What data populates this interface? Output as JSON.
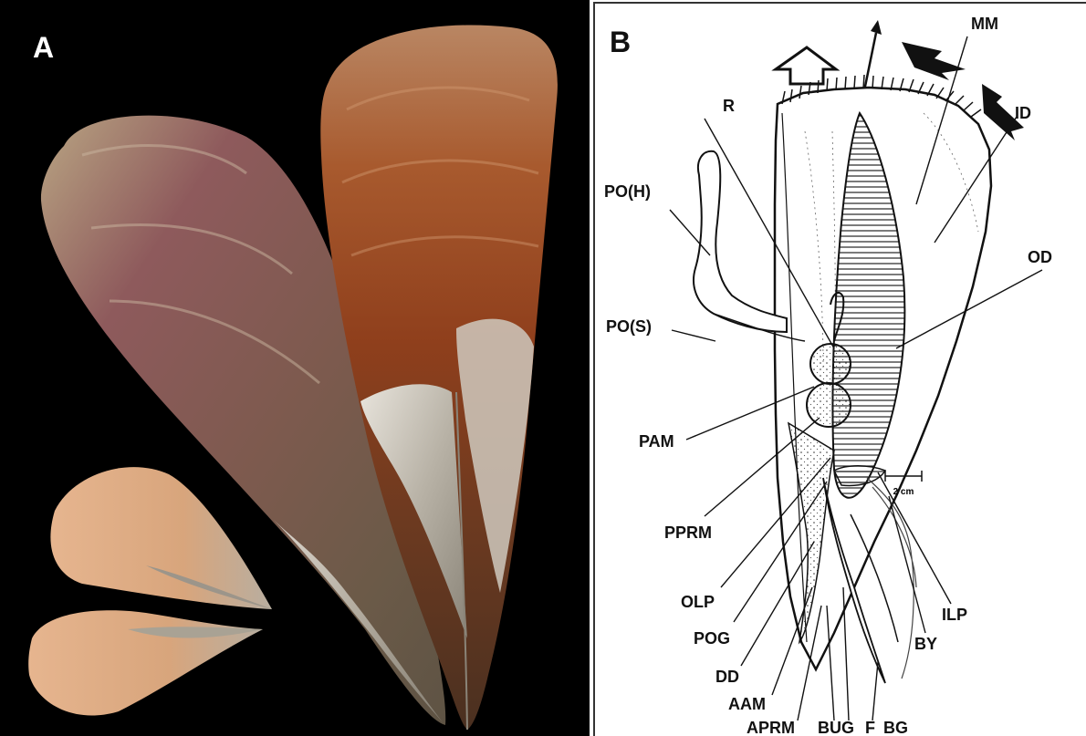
{
  "panels": [
    {
      "letter": "A"
    },
    {
      "letter": "B"
    }
  ],
  "labels": {
    "mm": "MM",
    "id": "ID",
    "r": "R",
    "po_h": "PO(H)",
    "od": "OD",
    "po_s": "PO(S)",
    "pam": "PAM",
    "scale": "2 cm",
    "pprm": "PPRM",
    "olp": "OLP",
    "ilp": "ILP",
    "pog": "POG",
    "by": "BY",
    "dd": "DD",
    "aam": "AAM",
    "aprm": "APRM",
    "bug": "BUG",
    "f": "F",
    "bg": "BG"
  }
}
